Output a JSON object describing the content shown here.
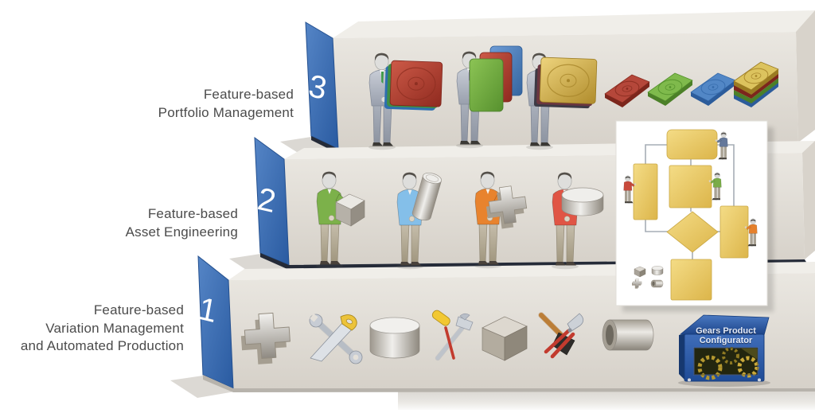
{
  "figure": {
    "levels": [
      {
        "number": "3",
        "line1": "Feature-based",
        "line2": "Portfolio Management"
      },
      {
        "number": "2",
        "line1": "Feature-based",
        "line2": "Asset Engineering"
      },
      {
        "number": "1",
        "line1": "Feature-based",
        "line2": "Variation Management",
        "line3": "and Automated Production"
      }
    ],
    "configurator": {
      "line1": "Gears Product",
      "line2": "Configurator"
    },
    "level3_items": [
      "businessman-with-red-slab",
      "businessman-with-stacked-panels",
      "businessman-with-gold-slab",
      "flat-slab-red",
      "flat-slab-green",
      "flat-slab-blue",
      "flat-slab-gold-stack"
    ],
    "level2_items": [
      "worker-green-holding-cube",
      "worker-blue-holding-cylinder",
      "worker-orange-holding-cross",
      "worker-red-holding-disc"
    ],
    "level1_items": [
      "cross-part",
      "wrench-and-saw",
      "cylinder-part",
      "screwdriver-and-hammer",
      "cube-part",
      "pliers-and-brush",
      "tube-part",
      "gears-product-configurator-box"
    ],
    "flowchart": {
      "shapes": [
        "process-box-top",
        "process-box-left",
        "process-box-center",
        "process-box-right",
        "decision-diamond",
        "process-box-bottom"
      ],
      "workers": [
        "worker-blue-suit",
        "worker-red",
        "worker-green",
        "worker-orange"
      ],
      "parts": [
        "mini-cube",
        "mini-cylinder",
        "mini-cross",
        "mini-tube"
      ]
    },
    "colors": {
      "accent_blue": "#3a6cb1",
      "bar_face": "#e2ded7",
      "flow_yellow": "#e8c35a",
      "slab_red": "#b5473a",
      "slab_green": "#7fba4c",
      "slab_blue": "#5287c6",
      "slab_gold": "#d9bc55",
      "configurator_blue": "#2e5aa8",
      "label_gray": "#4b4b4b"
    }
  }
}
